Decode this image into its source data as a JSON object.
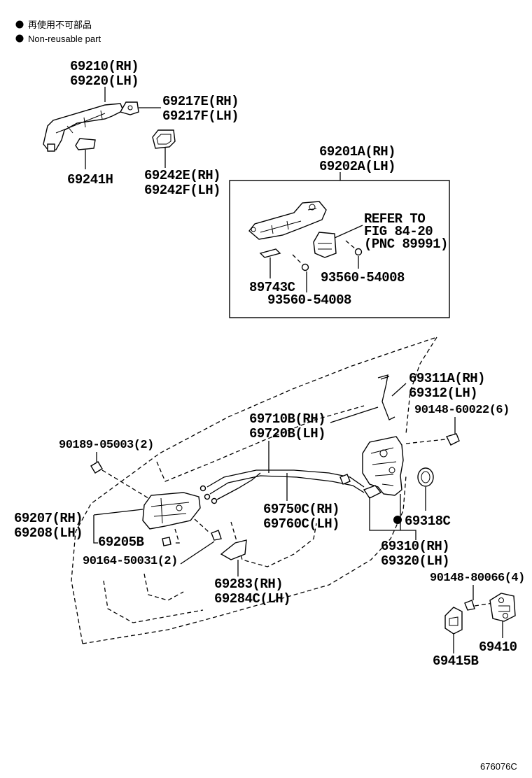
{
  "legend": {
    "jp_text": "再使用不可部品",
    "en_text": "Non-reusable part"
  },
  "labels": {
    "p69210": "69210(RH)",
    "p69220": "69220(LH)",
    "p69217E": "69217E(RH)",
    "p69217F": "69217F(LH)",
    "p69241H": "69241H",
    "p69242E": "69242E(RH)",
    "p69242F": "69242F(LH)",
    "p69201A": "69201A(RH)",
    "p69202A": "69202A(LH)",
    "refer1": "REFER TO",
    "refer2": "FIG 84-20",
    "refer3": "(PNC 89991)",
    "p89743C": "89743C",
    "p93560a": "93560-54008",
    "p93560b": "93560-54008",
    "p69311A": "69311A(RH)",
    "p69312": "69312(LH)",
    "p90148a": "90148-60022(6)",
    "p69710B": "69710B(RH)",
    "p69720B": "69720B(LH)",
    "p90189": "90189-05003(2)",
    "p69207": "69207(RH)",
    "p69208": "69208(LH)",
    "p69205B": "69205B",
    "p90164": "90164-50031(2)",
    "p69750C": "69750C(RH)",
    "p69760C": "69760C(LH)",
    "p69318C": "69318C",
    "p69310": "69310(RH)",
    "p69320": "69320(LH)",
    "p69283": "69283(RH)",
    "p69284C": "69284C(LH)",
    "p90148b": "90148-80066(4)",
    "p69410": "69410",
    "p69415B": "69415B"
  },
  "figure_code": "676076C"
}
